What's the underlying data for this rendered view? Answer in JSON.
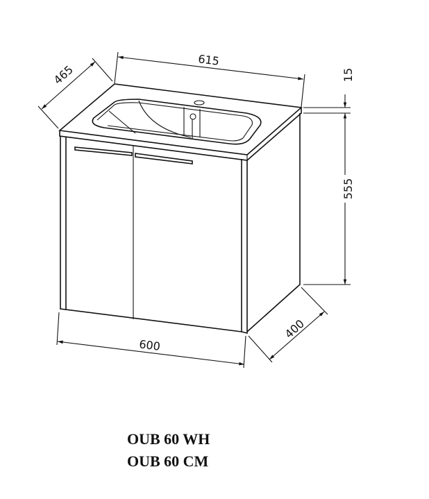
{
  "dimensions": {
    "top_width": "615",
    "top_depth": "465",
    "top_thickness": "15",
    "cabinet_height": "555",
    "cabinet_width": "600",
    "cabinet_depth": "400"
  },
  "models": [
    "OUB 60 WH",
    "OUB 60 CM"
  ]
}
